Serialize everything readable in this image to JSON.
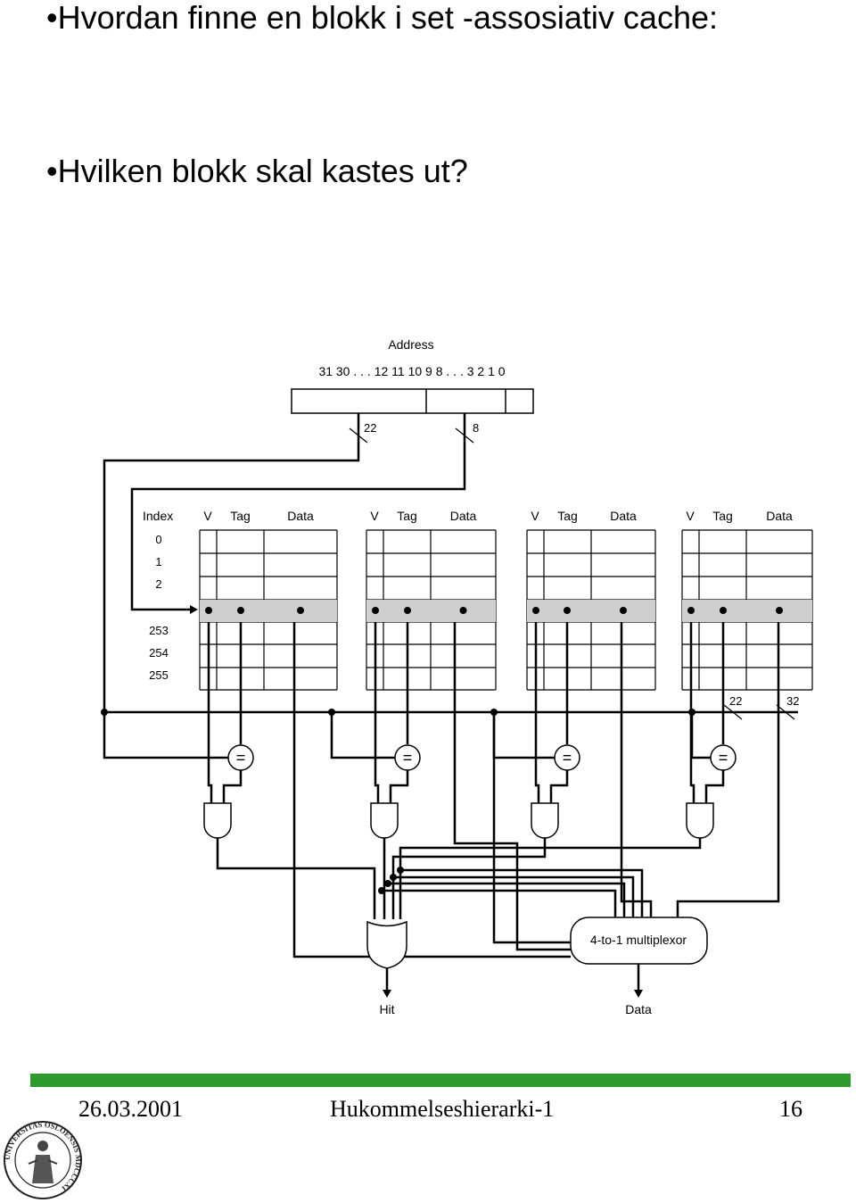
{
  "bullets": [
    "Hvordan finne en blokk i set -assosiativ cache:",
    "Hvilken blokk skal kastes ut?"
  ],
  "bullet_mark": "•",
  "diagram": {
    "address_label": "Address",
    "address_bits": "31 30 . . . 12 11 10 9 8 . . . 3 2 1 0",
    "tag_width": "22",
    "index_width": "8",
    "index_header": "Index",
    "col_v": "V",
    "col_tag": "Tag",
    "col_data": "Data",
    "rows_top": [
      "0",
      "1",
      "2"
    ],
    "rows_bottom": [
      "253",
      "254",
      "255"
    ],
    "bus_tag_width": "22",
    "bus_data_width": "32",
    "comparator": "=",
    "mux_label": "4-to-1 multiplexor",
    "hit_label": "Hit",
    "data_label": "Data"
  },
  "footer": {
    "date": "26.03.2001",
    "title": "Hukommelseshierarki-1",
    "page": "16",
    "bar_color": "#2e9a2e"
  },
  "logo": {
    "name": "university-seal-icon",
    "text": "UNIVERSITAS OSLOENSIS MDCCCXI"
  }
}
